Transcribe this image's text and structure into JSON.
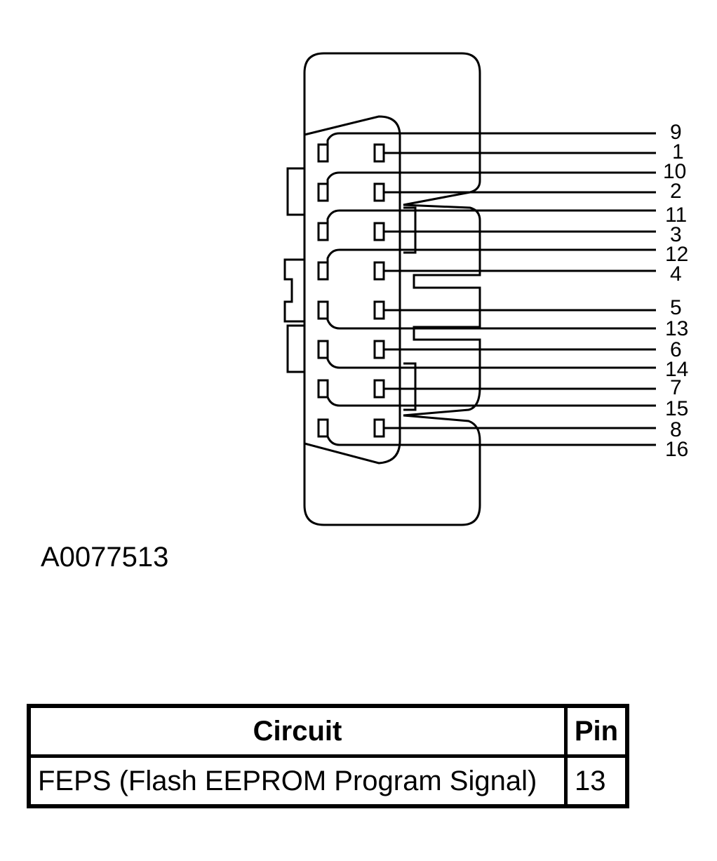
{
  "diagram": {
    "figure_id": "A0077513",
    "pins": [
      {
        "label": "9"
      },
      {
        "label": "1"
      },
      {
        "label": "10"
      },
      {
        "label": "2"
      },
      {
        "label": "11"
      },
      {
        "label": "3"
      },
      {
        "label": "12"
      },
      {
        "label": "4"
      },
      {
        "label": "5"
      },
      {
        "label": "13"
      },
      {
        "label": "6"
      },
      {
        "label": "14"
      },
      {
        "label": "7"
      },
      {
        "label": "15"
      },
      {
        "label": "8"
      },
      {
        "label": "16"
      }
    ]
  },
  "table": {
    "headers": {
      "circuit": "Circuit",
      "pin": "Pin"
    },
    "rows": [
      {
        "circuit": "FEPS (Flash EEPROM Program Signal)",
        "pin": "13"
      }
    ]
  }
}
